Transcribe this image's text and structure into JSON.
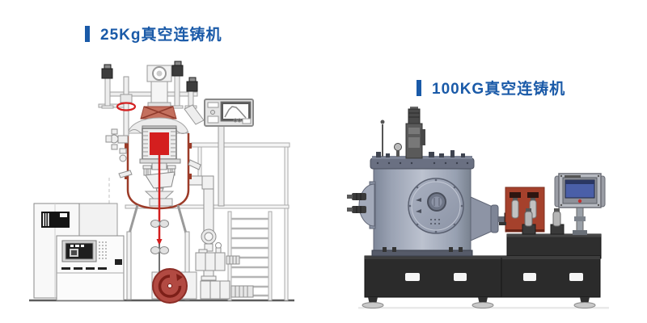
{
  "page": {
    "background": "#ffffff",
    "kind": "product showcase with two machine illustrations"
  },
  "colors": {
    "title_blue": "#1a5aa8",
    "molten_red": "#d41f1f",
    "vessel_rim_red": "#9c3b28",
    "bellows_salmon": "#c4705e",
    "coiler_red": "#b24a42",
    "chamber_blue_gray": "#a8afc0",
    "rust_red_frame": "#a5412c",
    "hmi_screen_blue": "#4a5fa8",
    "base_black": "#2b2b2b",
    "lineart_gray": "#9a9a9a"
  },
  "sections": [
    {
      "id": "machine-25kg",
      "title": "25Kg真空连铸机"
    },
    {
      "id": "machine-100kg",
      "title": "100KG真空连铸机"
    }
  ]
}
